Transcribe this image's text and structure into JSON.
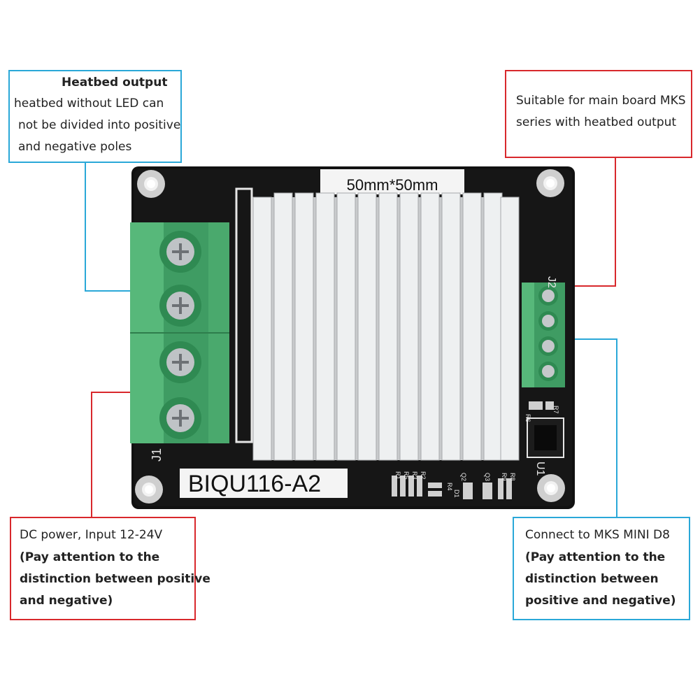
{
  "board": {
    "size_label": "50mm*50mm",
    "model_label": "BIQU116-A2",
    "connector_j1": "J1",
    "connector_j2": "J2",
    "chip_u1": "U1",
    "silk_parts": [
      "R6",
      "R7",
      "R1",
      "R5",
      "R3",
      "R2",
      "R4",
      "D1",
      "Q2",
      "Q3",
      "R9",
      "R8"
    ]
  },
  "callouts": {
    "heatbed": {
      "title": "Heatbed output",
      "line1": "heatbed without LED can",
      "line2": "not be divided into positive",
      "line3": "and negative poles"
    },
    "mks": {
      "line1": "Suitable for main board MKS",
      "line2": "series with heatbed output"
    },
    "dc": {
      "line1": "DC power, Input 12-24V",
      "line2": "(Pay attention to the",
      "line3": "distinction between positive",
      "line4": "and negative)"
    },
    "mini": {
      "line1": "Connect to MKS MINI D8",
      "line2": "(Pay attention to the",
      "line3": "distinction between",
      "line4": "positive and negative)"
    }
  },
  "colors": {
    "pcb": "#101010",
    "terminal_green": "#4caf72",
    "heatsink": "#d9dbdd",
    "callout_blue": "#2aa8d8",
    "callout_red": "#d8282c"
  }
}
